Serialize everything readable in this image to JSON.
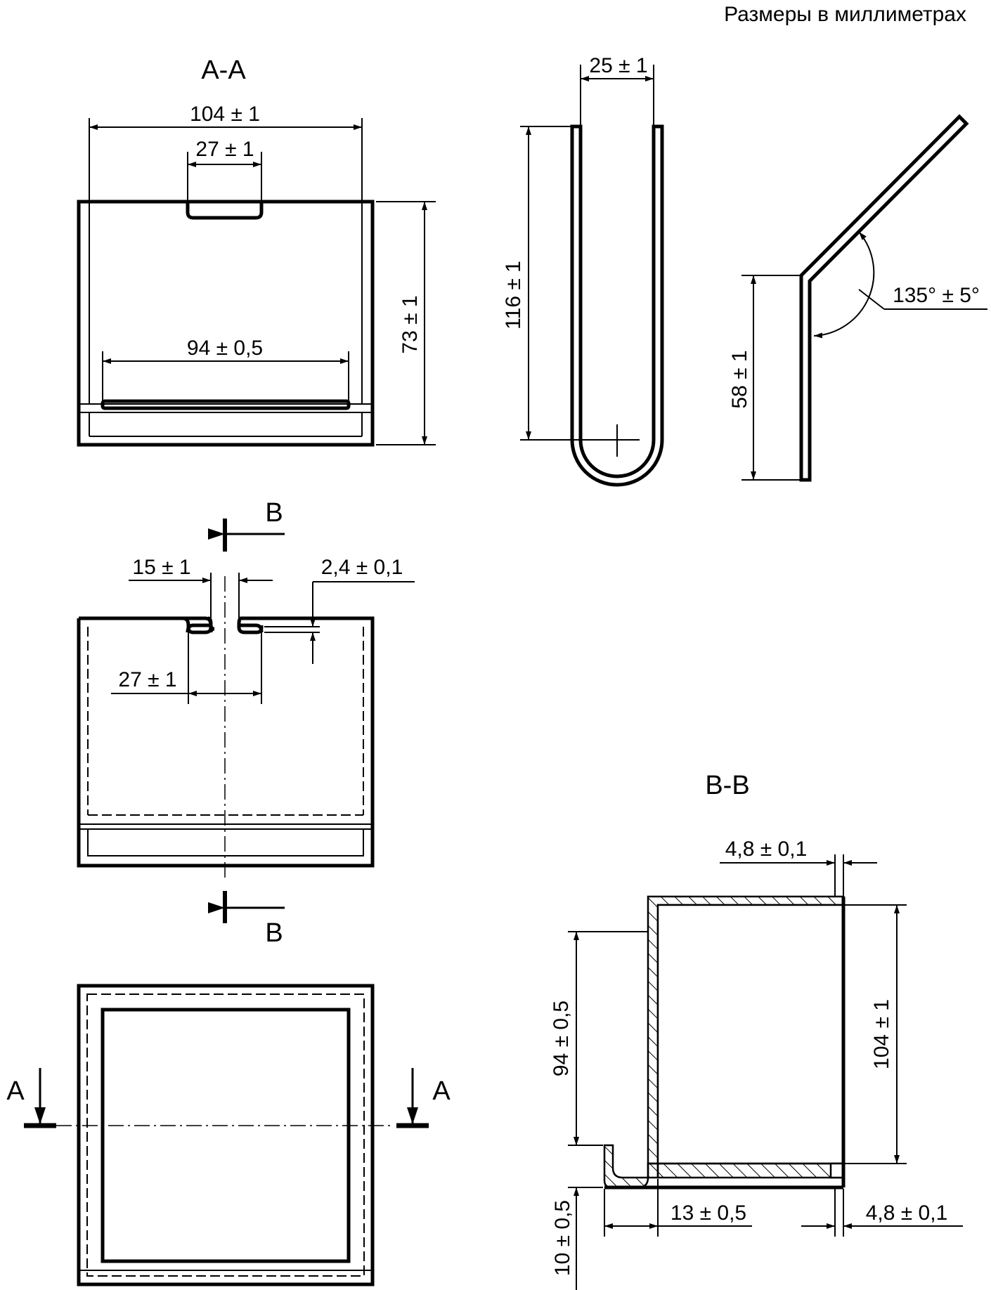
{
  "header": {
    "units_note": "Размеры в миллиметрах"
  },
  "section_aa": {
    "title": "A-A",
    "width_total": "104 ± 1",
    "slot_width": "27 ± 1",
    "inner_width": "94 ± 0,5",
    "height": "73 ± 1"
  },
  "u_profile": {
    "gap": "25 ± 1",
    "height": "116 ± 1"
  },
  "bent_profile": {
    "angle": "135° ± 5°",
    "height": "58 ± 1"
  },
  "front_view": {
    "cut_label_top": "B",
    "cut_label_bottom": "B",
    "tab_width": "15 ± 1",
    "thickness": "2,4 ± 0,1",
    "slot_width": "27 ± 1"
  },
  "plan_view": {
    "cut_label_left": "A",
    "cut_label_right": "A"
  },
  "section_bb": {
    "title": "B-B",
    "wall_top": "4,8 ± 0,1",
    "inner_height": "94 ± 0,5",
    "outer_height": "104 ± 1",
    "lip_height": "10 ± 0,5",
    "lip_width": "13 ± 0,5",
    "wall_bottom": "4,8 ± 0,1"
  }
}
